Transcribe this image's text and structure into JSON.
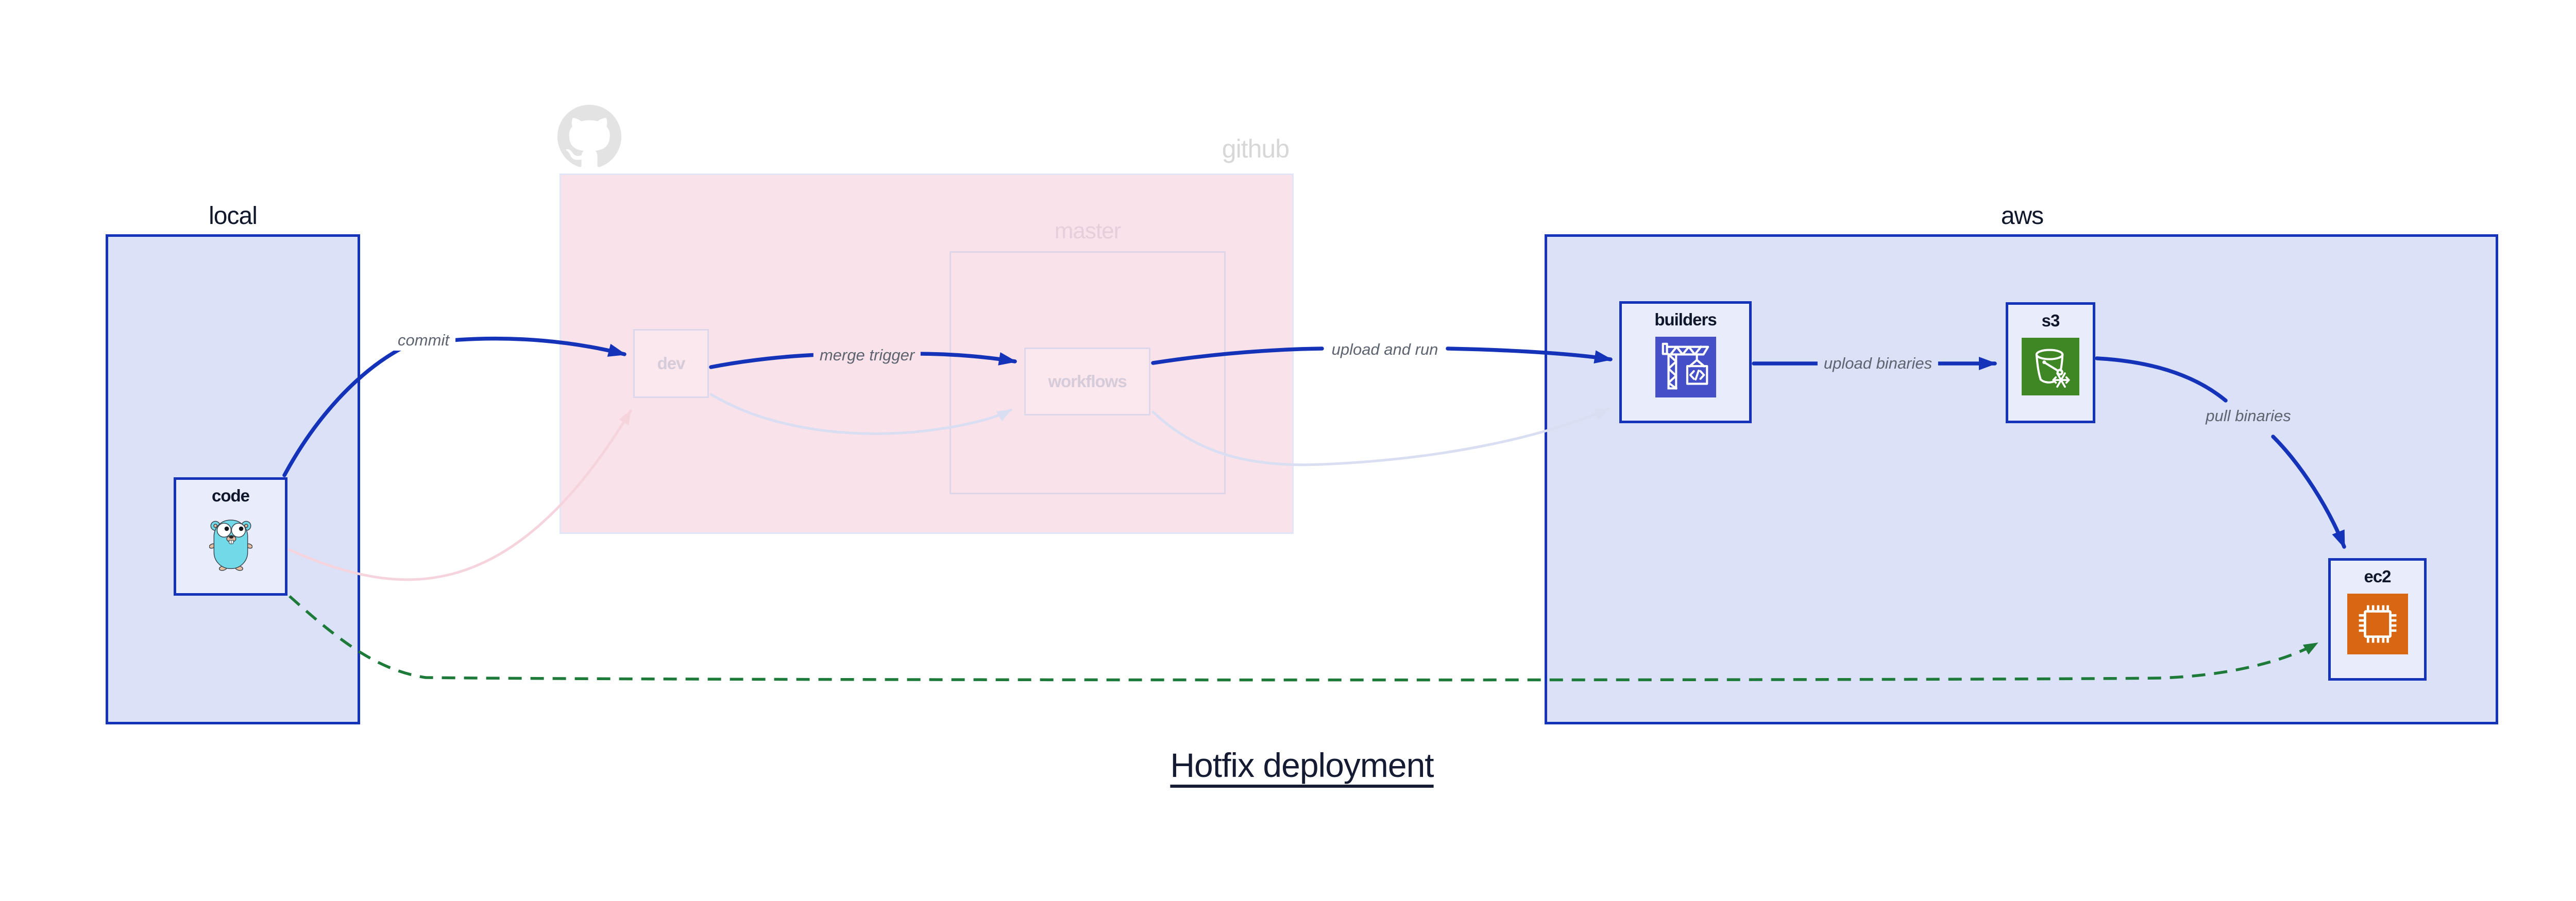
{
  "title": "Hotfix deployment",
  "colors": {
    "blue": "#1533b8",
    "blue-box-fill": "#dbe2f8",
    "node-fill": "#e9edfb",
    "pink-fill": "#f9e2e9",
    "pink-node-fill": "#fbe7ee",
    "pink-node-border": "#ddd7ec",
    "github-box-border": "#e0e6f7",
    "master-border": "#dcd6e8",
    "green": "#1d7a38",
    "faint-pink": "#f6d4de",
    "faint-lavender": "#d9def2",
    "edge-label-gray": "#5d6470",
    "faded-text-gray": "#d7d7d7",
    "faded-text-pink": "#e6cfda",
    "faded-node-text": "#d6cbd8",
    "dark-text": "#10172b",
    "title-text": "#141b33",
    "octocat-gray": "#e3e3e3",
    "codebuild-purple": "#4550c8",
    "s3-green": "#3f8624",
    "ec2-orange": "#d86613",
    "gopher-teal": "#72d9e8",
    "gopher-skin": "#e9bd9e"
  },
  "groups": {
    "local": {
      "label": "local"
    },
    "github": {
      "label": "github",
      "master": {
        "label": "master"
      }
    },
    "aws": {
      "label": "aws"
    }
  },
  "nodes": {
    "code": {
      "label": "code",
      "icon": "go-gopher-icon"
    },
    "dev": {
      "label": "dev"
    },
    "workflows": {
      "label": "workflows"
    },
    "builders": {
      "label": "builders",
      "icon": "codebuild-crane-icon"
    },
    "s3": {
      "label": "s3",
      "icon": "s3-bucket-snowflake-icon"
    },
    "ec2": {
      "label": "ec2",
      "icon": "ec2-chip-icon"
    }
  },
  "edges": [
    {
      "id": "commit",
      "label": "commit",
      "from": "code",
      "to": "dev",
      "style": "solid-blue"
    },
    {
      "id": "merge-trigger",
      "label": "merge trigger",
      "from": "dev",
      "to": "workflows",
      "style": "solid-blue"
    },
    {
      "id": "upload-and-run",
      "label": "upload and run",
      "from": "workflows",
      "to": "builders",
      "style": "solid-blue"
    },
    {
      "id": "upload-binaries",
      "label": "upload binaries",
      "from": "builders",
      "to": "s3",
      "style": "solid-blue"
    },
    {
      "id": "pull-binaries",
      "label": "pull binaries",
      "from": "s3",
      "to": "ec2",
      "style": "solid-blue"
    },
    {
      "id": "hotfix-path",
      "label": "",
      "from": "code",
      "to": "ec2",
      "style": "dashed-green"
    },
    {
      "id": "code-to-dev-faded",
      "label": "",
      "from": "code",
      "to": "dev",
      "style": "faded-pink"
    },
    {
      "id": "dev-to-workflows-faded",
      "label": "",
      "from": "dev",
      "to": "workflows",
      "style": "faded-lavender"
    },
    {
      "id": "workflows-to-builders-faded",
      "label": "",
      "from": "workflows",
      "to": "builders",
      "style": "faded-lavender"
    }
  ]
}
